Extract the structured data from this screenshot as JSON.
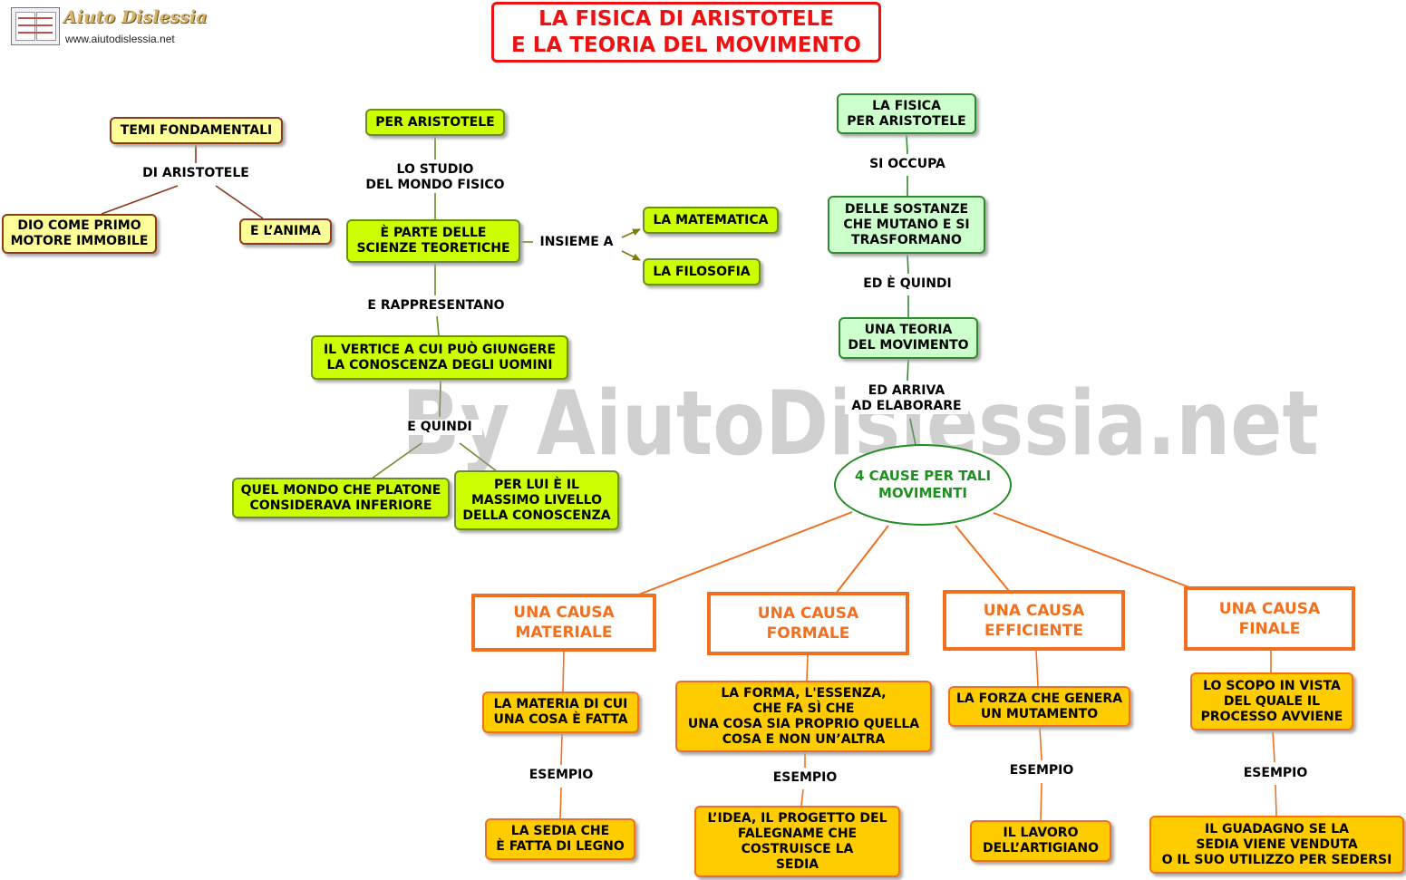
{
  "title": "LA FISICA DI ARISTOTELE\nE LA TEORIA DEL MOVIMENTO",
  "watermark": "By AiutoDislessia.net",
  "logo": {
    "name": "Aiuto Dislessia",
    "url": "www.aiutodislessia.net",
    "icon": "book-icon"
  },
  "colors": {
    "title": "#ee1111",
    "causes": "#f07020",
    "ellipse_text": "#1f8f1f",
    "node_yellow": "#ffff99",
    "node_lime": "#ccff00",
    "node_mint": "#ccffcc",
    "node_gold": "#ffcc00"
  },
  "nodes": {
    "temi": "TEMI FONDAMENTALI",
    "dio": "DIO COME PRIMO\nMOTORE IMMOBILE",
    "anima": "E L’ANIMA",
    "per_aristotele": "PER ARISTOTELE",
    "scienze": "È PARTE DELLE\nSCIENZE TEORETICHE",
    "matematica": "LA MATEMATICA",
    "filosofia": "LA FILOSOFIA",
    "vertice": "IL VERTICE A CUI PUÒ GIUNGERE\nLA CONOSCENZA DEGLI UOMINI",
    "platone": "QUEL MONDO CHE PLATONE\nCONSIDERAVA INFERIORE",
    "massimo": "PER LUI È IL\nMASSIMO LIVELLO\nDELLA CONOSCENZA",
    "fisica": "LA FISICA\nPER ARISTOTELE",
    "sostanze": "DELLE SOSTANZE\nCHE MUTANO E SI\nTRASFORMANO",
    "teoria": "UNA TEORIA\nDEL MOVIMENTO",
    "cause4": "4 CAUSE PER TALI\nMOVIMENTI",
    "c_materiale": "UNA CAUSA\nMATERIALE",
    "c_formale": "UNA CAUSA\nFORMALE",
    "c_efficiente": "UNA CAUSA\nEFFICIENTE",
    "c_finale": "UNA CAUSA\nFINALE",
    "d_materiale": "LA MATERIA DI CUI\nUNA COSA È FATTA",
    "d_formale": "LA FORMA, L'ESSENZA,\nCHE FA SÌ CHE\nUNA COSA SIA PROPRIO QUELLA\nCOSA E NON UN’ALTRA",
    "d_efficiente": "LA FORZA CHE GENERA\nUN MUTAMENTO",
    "d_finale": "LO SCOPO IN VISTA\nDEL QUALE IL\nPROCESSO AVVIENE",
    "e_materiale": "LA SEDIA CHE\nÈ FATTA DI LEGNO",
    "e_formale": "L’IDEA, IL PROGETTO DEL\nFALEGNAME CHE\nCOSTRUISCE LA\nSEDIA",
    "e_efficiente": "IL LAVORO\nDELL’ARTIGIANO",
    "e_finale": "IL GUADAGNO SE LA\nSEDIA VIENE VENDUTA\nO IL SUO UTILIZZO PER SEDERSI"
  },
  "labels": {
    "di_aristotele": "DI ARISTOTELE",
    "lo_studio": "LO STUDIO\nDEL MONDO FISICO",
    "insieme_a": "INSIEME A",
    "e_rappresentano": "E RAPPRESENTANO",
    "e_quindi": "E QUINDI",
    "si_occupa": "SI OCCUPA",
    "ed_e_quindi": "ED È QUINDI",
    "ed_arriva": "ED ARRIVA\nAD ELABORARE",
    "esempio_materiale": "ESEMPIO",
    "esempio_formale": "ESEMPIO",
    "esempio_efficiente": "ESEMPIO",
    "esempio_finale": "ESEMPIO"
  }
}
